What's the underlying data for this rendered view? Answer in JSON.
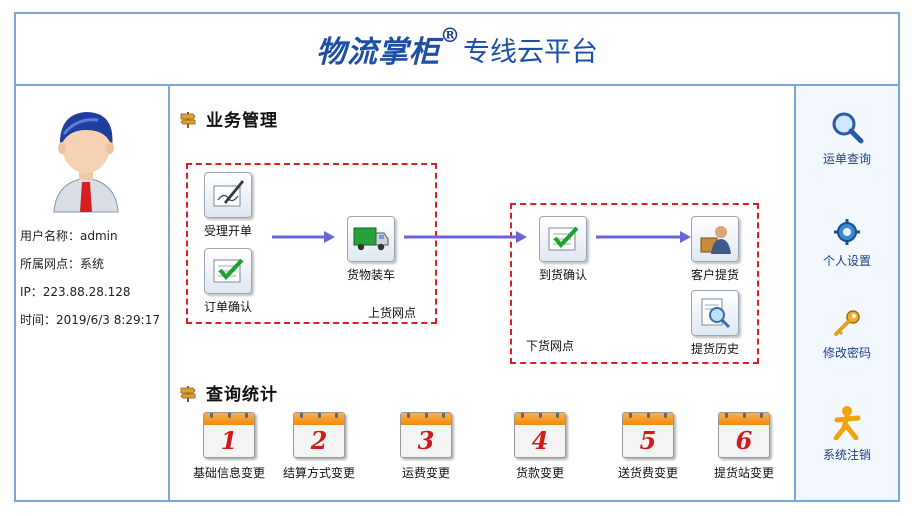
{
  "header": {
    "brand": "物流掌柜",
    "reg": "®",
    "title_rest": "专线云平台"
  },
  "user": {
    "name_line": "用户名称：admin",
    "branch_line": "所属网点：系统",
    "ip_line": "IP：223.88.28.128",
    "time_line": "时间：2019/6/3 8:29:17"
  },
  "business": {
    "title": "业务管理",
    "origin_label": "上货网点",
    "dest_label": "下货网点",
    "nodes": {
      "accept": "受理开单",
      "confirm_order": "订单确认",
      "load": "货物装车",
      "arrive": "到货确认",
      "customer_pickup": "客户提货",
      "pickup_history": "提货历史"
    }
  },
  "stats": {
    "title": "查询统计",
    "items": [
      {
        "num": "1",
        "label": "基础信息变更"
      },
      {
        "num": "2",
        "label": "结算方式变更"
      },
      {
        "num": "3",
        "label": "运费变更"
      },
      {
        "num": "4",
        "label": "货款变更"
      },
      {
        "num": "5",
        "label": "送货费变更"
      },
      {
        "num": "6",
        "label": "提货站变更"
      }
    ]
  },
  "sidebar": {
    "items": [
      {
        "label": "运单查询",
        "icon": "magnifier-icon"
      },
      {
        "label": "个人设置",
        "icon": "gear-icon"
      },
      {
        "label": "修改密码",
        "icon": "key-icon"
      },
      {
        "label": "系统注销",
        "icon": "logout-person-icon"
      }
    ]
  },
  "colors": {
    "frame": "#7aa6d8",
    "brand": "#1d4fa6",
    "dash": "#e02020",
    "arrow": "#6b63d6"
  }
}
